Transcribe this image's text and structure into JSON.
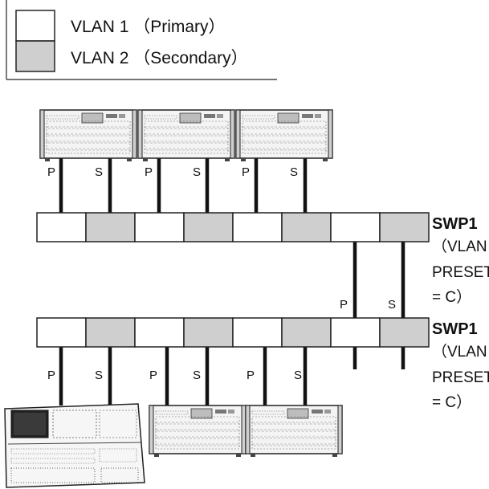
{
  "legend": {
    "primary": {
      "label": "VLAN 1 （Primary）",
      "color": "#ffffff"
    },
    "secondary": {
      "label": "VLAN 2 （Secondary）",
      "color": "#cfcfcf"
    }
  },
  "ports": {
    "primary_letter": "P",
    "secondary_letter": "S"
  },
  "switches": [
    {
      "name": "SWP1",
      "preset_lines": [
        "（VLAN",
        "PRESET",
        "= C）"
      ]
    },
    {
      "name": "SWP1",
      "preset_lines": [
        "（VLAN",
        "PRESET",
        "= C）"
      ]
    }
  ],
  "devices": {
    "top_stageboxes": [
      {
        "icon": "io-rack-icon"
      },
      {
        "icon": "io-rack-icon"
      },
      {
        "icon": "io-rack-icon"
      }
    ],
    "bottom_console": {
      "icon": "mixing-console-icon"
    },
    "bottom_stageboxes": [
      {
        "icon": "io-rack-icon"
      },
      {
        "icon": "io-rack-icon"
      }
    ]
  },
  "colors": {
    "primary_port": "#ffffff",
    "secondary_port": "#cfcfcf",
    "line": "#111111"
  }
}
